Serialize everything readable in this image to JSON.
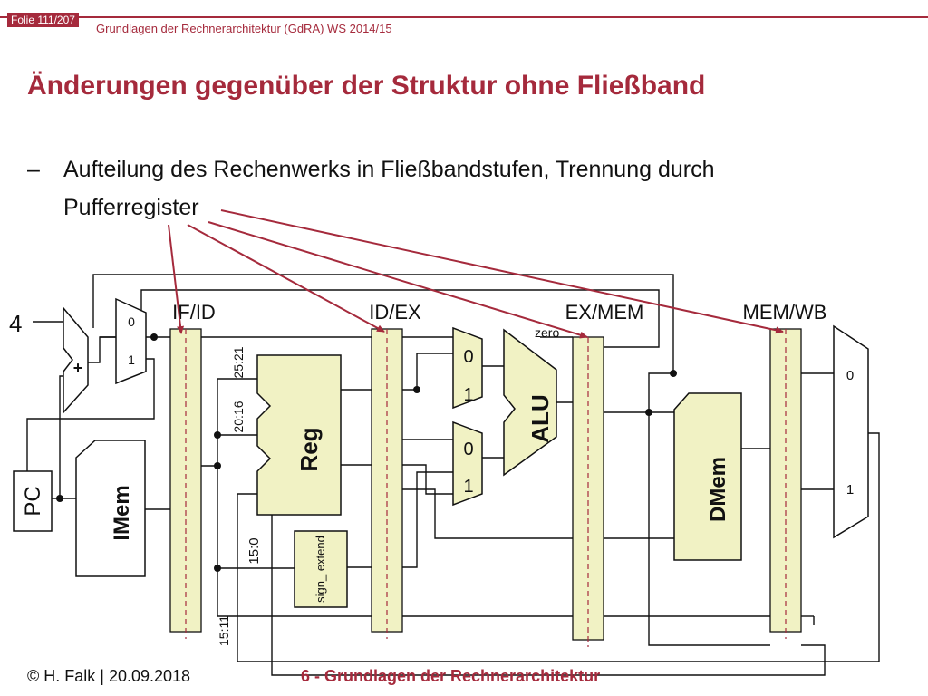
{
  "header": {
    "slide_label": "Folie 111/207",
    "course": "Grundlagen der Rechnerarchitektur (GdRA) WS 2014/15",
    "accent_color": "#a52a3c"
  },
  "slide": {
    "title": "Änderungen gegenüber der Struktur ohne Fließband",
    "bullet_dash": "–",
    "bullet_text": "Aufteilung des Rechenwerks in Fließbandstufen, Trennung durch Pufferregister"
  },
  "diagram": {
    "constant_four": "4",
    "adder_label": "+",
    "mux_pc": {
      "in0": "0",
      "in1": "1"
    },
    "registers": {
      "if_id": "IF/ID",
      "id_ex": "ID/EX",
      "ex_mem": "EX/MEM",
      "mem_wb": "MEM/WB"
    },
    "pc_label": "PC",
    "imem_label": "IMem",
    "reg_label": "Reg",
    "alu_label": "ALU",
    "zero_label": "zero",
    "dmem_label": "DMem",
    "sign_extend_label": "sign_ extend",
    "bits": {
      "b25_21": "25:21",
      "b20_16": "20:16",
      "b15_0": "15:0",
      "b15_11": "15:11"
    },
    "mux_alu_a": {
      "in0": "0",
      "in1": "1"
    },
    "mux_alu_b": {
      "in0": "0",
      "in1": "1"
    },
    "mux_wb": {
      "in0": "0",
      "in1": "1"
    }
  },
  "footer": {
    "author_date": "© H. Falk | 20.09.2018",
    "chapter": "6 - Grundlagen der Rechnerarchitektur"
  }
}
